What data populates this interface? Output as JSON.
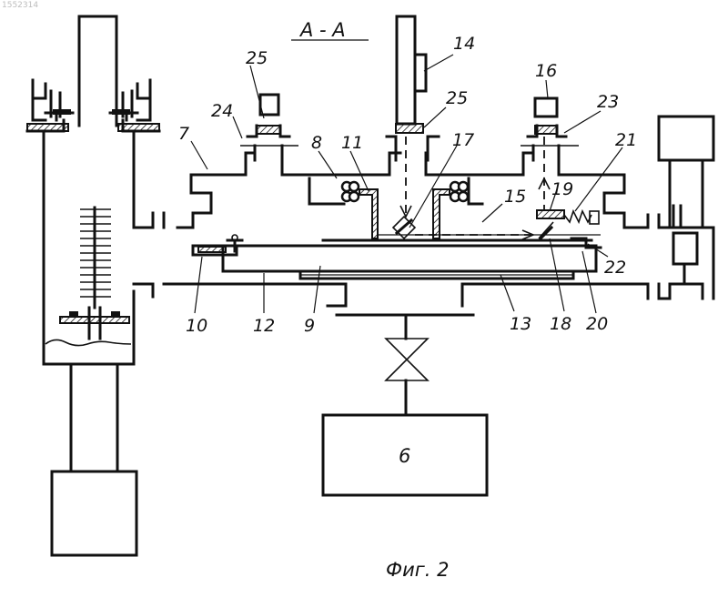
{
  "document_number": "1552314",
  "section_label": "А - А",
  "figure_caption": "Фиг. 2",
  "block_label": "6",
  "callouts": [
    "25",
    "24",
    "7",
    "8",
    "11",
    "14",
    "25",
    "17",
    "16",
    "23",
    "21",
    "15",
    "19",
    "22",
    "10",
    "12",
    "9",
    "13",
    "18",
    "20"
  ]
}
